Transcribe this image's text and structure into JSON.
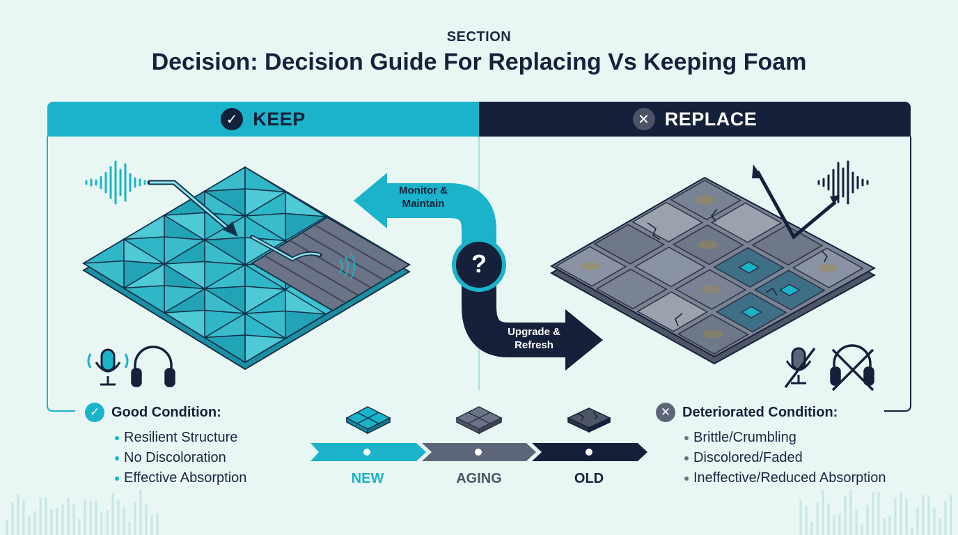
{
  "header": {
    "eyebrow": "SECTION",
    "title": "Decision: Decision Guide For Replacing Vs Keeping Foam"
  },
  "keep_panel": {
    "label": "KEEP",
    "badge_icon": "check-icon"
  },
  "replace_panel": {
    "label": "REPLACE",
    "badge_icon": "x-icon"
  },
  "flow": {
    "upper_arrow_label": "Monitor & Maintain",
    "lower_arrow_label": "Upgrade & Refresh",
    "decision_symbol": "?"
  },
  "good_condition": {
    "title": "Good Condition:",
    "items": [
      "Resilient Structure",
      "No Discoloration",
      "Effective Absorption"
    ]
  },
  "deteriorated_condition": {
    "title": "Deteriorated Condition:",
    "items": [
      "Brittle/Crumbling",
      "Discolored/Faded",
      "Ineffective/Reduced Absorption"
    ]
  },
  "timeline": {
    "stages": [
      {
        "label": "NEW",
        "color": "#1ab3c9"
      },
      {
        "label": "AGING",
        "color": "#5d6678"
      },
      {
        "label": "OLD",
        "color": "#15203a"
      }
    ]
  },
  "colors": {
    "accent_teal": "#1ab3c9",
    "navy": "#15203a",
    "slate": "#5d6678",
    "background": "#e8f6f4"
  }
}
